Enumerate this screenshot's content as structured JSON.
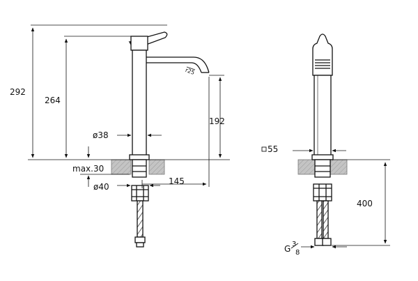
{
  "dimensions": {
    "overall_height": "292",
    "spout_height": "264",
    "outlet_height": "192",
    "spout_radius": "r25",
    "body_diameter": "ø38",
    "max_thickness": "max.30",
    "base_diameter": "ø40",
    "spout_reach": "145",
    "square_55": "55",
    "hose_length": "400",
    "thread_prefix": "G",
    "thread_num": "3",
    "thread_den": "8"
  },
  "colors": {
    "line": "#111111",
    "counter": "#b5b5b5"
  }
}
